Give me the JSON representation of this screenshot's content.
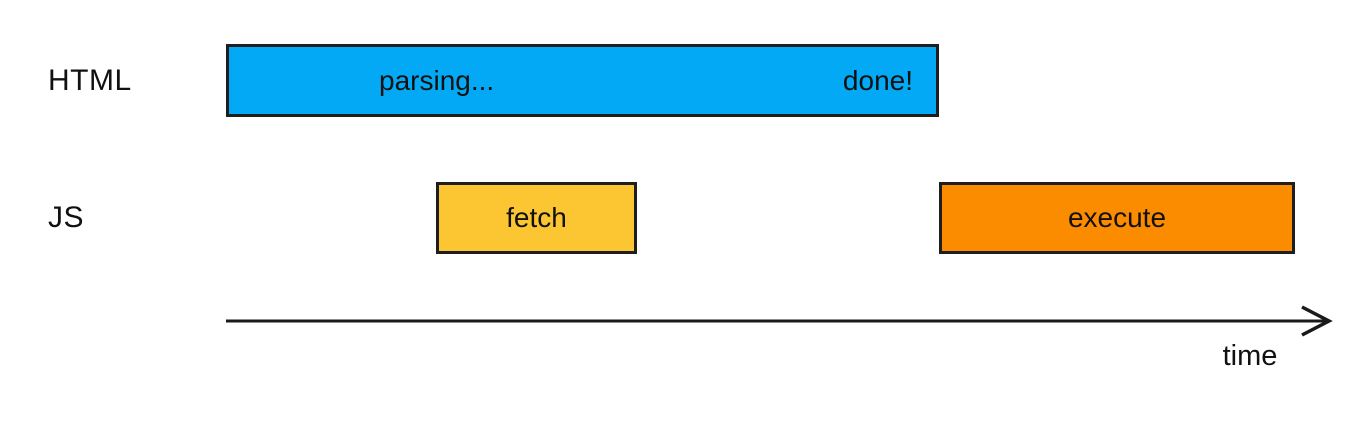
{
  "diagram": {
    "rows": {
      "html": {
        "label": "HTML",
        "parsing_bar": {
          "text_left": "parsing...",
          "text_right": "done!"
        }
      },
      "js": {
        "label": "JS",
        "fetch_bar": {
          "text": "fetch"
        },
        "execute_bar": {
          "text": "execute"
        }
      }
    },
    "axis": {
      "label": "time"
    }
  },
  "colors": {
    "parsing_bar": "#03a9f4",
    "fetch_bar": "#fcc632",
    "execute_bar": "#fb8c00",
    "bar_border": "#1e1e1e",
    "axis_stroke": "#1a1a1a",
    "text": "#111111",
    "background": "#ffffff"
  }
}
